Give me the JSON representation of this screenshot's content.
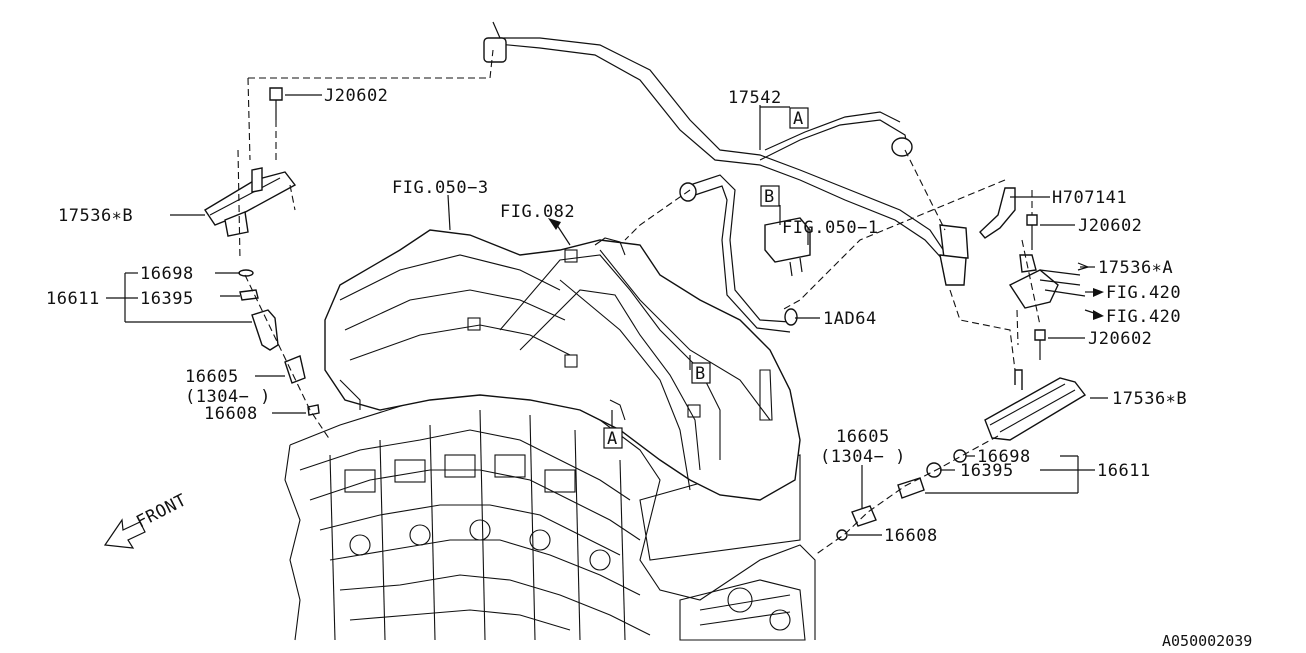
{
  "labels": {
    "j20602_top": "J20602",
    "l17542": "17542",
    "ref_a_top": "A",
    "l17536b_left": "17536∗B",
    "fig0503": "FIG.050−3",
    "fig082": "FIG.082",
    "ref_b_top": "B",
    "fig0501": "FIG.050−1",
    "h707141": "H707141",
    "j20602_right1": "J20602",
    "l17536a": "17536∗A",
    "fig420_1": "FIG.420",
    "fig420_2": "FIG.420",
    "l1ad64": "1AD64",
    "j20602_right2": "J20602",
    "l16698_left": "16698",
    "l16611_left": "16611",
    "l16395_left": "16395",
    "l16605_left": "16605",
    "l1304_left": "(1304− )",
    "l16608_left": "16608",
    "ref_b_mid": "B",
    "ref_a_mid": "A",
    "l17536b_right": "17536∗B",
    "l16605_right": "16605",
    "l1304_right": "(1304− )",
    "l16698_right": "16698",
    "l16395_right": "16395",
    "l16611_right": "16611",
    "l16608_right": "16608",
    "front": "FRONT",
    "diagram_code": "A050002039"
  }
}
